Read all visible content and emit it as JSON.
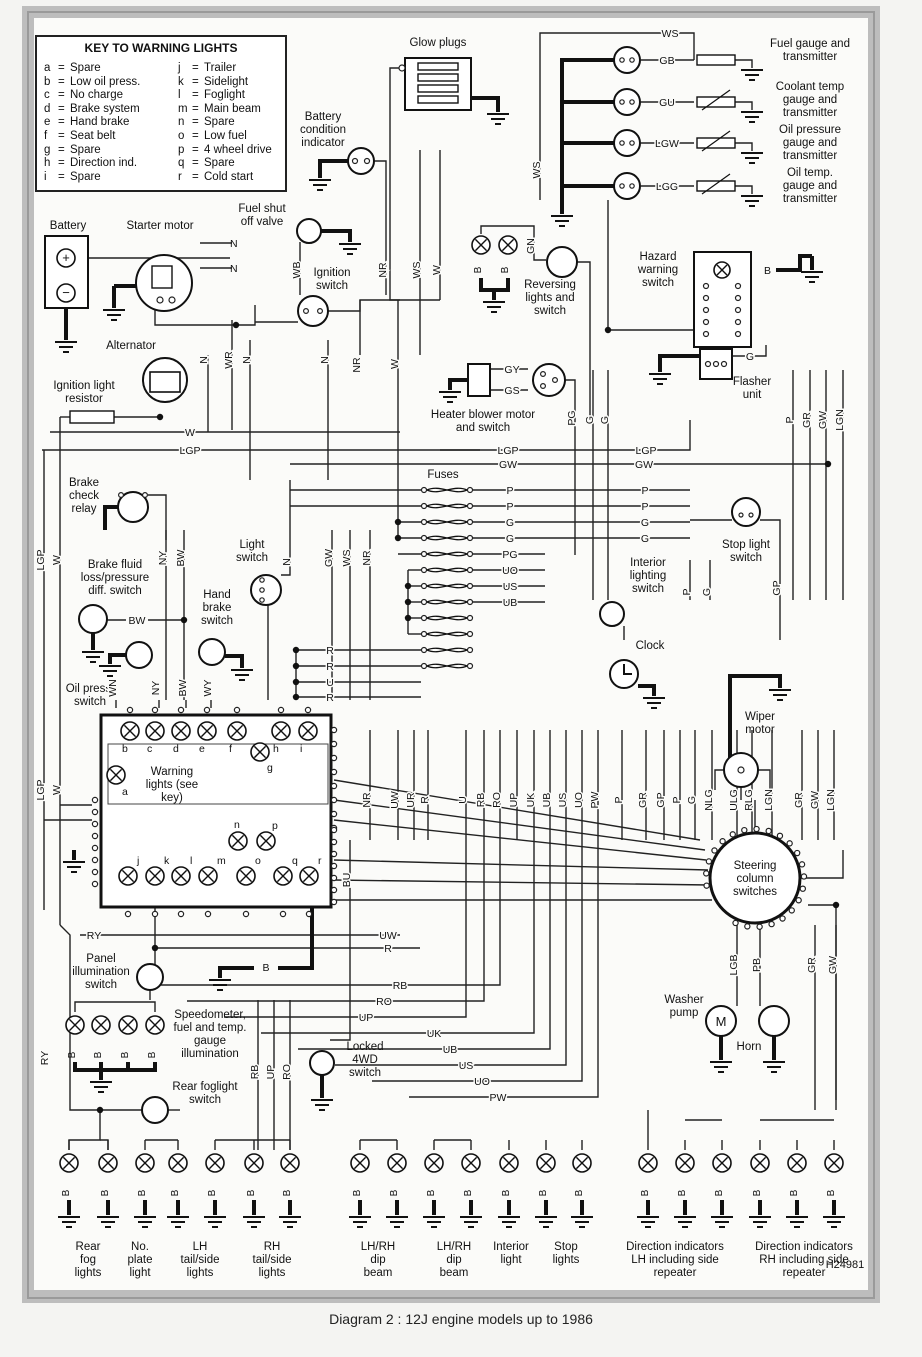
{
  "caption": "Diagram 2 : 12J engine models up to 1986",
  "ref_code": "H24981",
  "key": {
    "title": "KEY TO WARNING LIGHTS",
    "items": [
      {
        "letter": "a",
        "label": "Spare"
      },
      {
        "letter": "b",
        "label": "Low oil press."
      },
      {
        "letter": "c",
        "label": "No charge"
      },
      {
        "letter": "d",
        "label": "Brake system"
      },
      {
        "letter": "e",
        "label": "Hand brake"
      },
      {
        "letter": "f",
        "label": "Seat belt"
      },
      {
        "letter": "g",
        "label": "Spare"
      },
      {
        "letter": "h",
        "label": "Direction ind."
      },
      {
        "letter": "i",
        "label": "Spare"
      },
      {
        "letter": "j",
        "label": "Trailer"
      },
      {
        "letter": "k",
        "label": "Sidelight"
      },
      {
        "letter": "l",
        "label": "Foglight"
      },
      {
        "letter": "m",
        "label": "Main beam"
      },
      {
        "letter": "n",
        "label": "Spare"
      },
      {
        "letter": "o",
        "label": "Low fuel"
      },
      {
        "letter": "p",
        "label": "4 wheel drive"
      },
      {
        "letter": "q",
        "label": "Spare"
      },
      {
        "letter": "r",
        "label": "Cold start"
      }
    ]
  },
  "components": {
    "battery": "Battery",
    "starter_motor": "Starter motor",
    "alternator": "Alternator",
    "ignition_light_resistor": [
      "Ignition light",
      "resistor"
    ],
    "glow_plugs": "Glow plugs",
    "battery_condition_indicator": [
      "Battery",
      "condition",
      "indicator"
    ],
    "fuel_shutoff_valve": [
      "Fuel shut",
      "off valve"
    ],
    "ignition_switch": [
      "Ignition",
      "switch"
    ],
    "fuel_gauge": [
      "Fuel gauge and",
      "transmitter"
    ],
    "coolant_gauge": [
      "Coolant temp",
      "gauge and",
      "transmitter"
    ],
    "oil_pressure_gauge": [
      "Oil pressure",
      "gauge and",
      "transmitter"
    ],
    "oil_temp_gauge": [
      "Oil temp.",
      "gauge and",
      "transmitter"
    ],
    "reversing_lights": [
      "Reversing",
      "lights and",
      "switch"
    ],
    "hazard_switch": [
      "Hazard",
      "warning",
      "switch"
    ],
    "flasher_unit": [
      "Flasher",
      "unit"
    ],
    "heater_blower": [
      "Heater blower motor",
      "and switch"
    ],
    "fuses": "Fuses",
    "brake_check_relay": [
      "Brake",
      "check",
      "relay"
    ],
    "brake_fluid_switch": [
      "Brake fluid",
      "loss/pressure",
      "diff. switch"
    ],
    "hand_brake_switch": [
      "Hand",
      "brake",
      "switch"
    ],
    "light_switch": [
      "Light",
      "switch"
    ],
    "oil_press_switch": [
      "Oil press.",
      "switch"
    ],
    "stop_light_switch": [
      "Stop light",
      "switch"
    ],
    "interior_light_switch": [
      "Interior",
      "lighting",
      "switch"
    ],
    "clock": "Clock",
    "wiper_motor": [
      "Wiper",
      "motor"
    ],
    "warning_lights": [
      "Warning",
      "lights (see",
      "key)"
    ],
    "steering_column_switches": [
      "Steering",
      "column",
      "switches"
    ],
    "panel_illumination_switch": [
      "Panel",
      "illumination",
      "switch"
    ],
    "speedometer_illumination": [
      "Speedometer,",
      "fuel and temp.",
      "gauge",
      "illumination"
    ],
    "rear_foglight_switch": [
      "Rear foglight",
      "switch"
    ],
    "locked_4wd_switch": [
      "Locked",
      "4WD",
      "switch"
    ],
    "washer_pump": [
      "Washer",
      "pump"
    ],
    "horn": "Horn"
  },
  "bottom_groups": [
    {
      "id": "rear_fog",
      "label": [
        "Rear",
        "fog",
        "lights"
      ]
    },
    {
      "id": "no_plate",
      "label": [
        "No.",
        "plate",
        "light"
      ]
    },
    {
      "id": "lh_tail",
      "label": [
        "LH",
        "tail/side",
        "lights"
      ]
    },
    {
      "id": "rh_tail",
      "label": [
        "RH",
        "tail/side",
        "lights"
      ]
    },
    {
      "id": "lhrh_dip",
      "label": [
        "LH/RH",
        "dip",
        "beam"
      ]
    },
    {
      "id": "lhrh_dip2",
      "label": [
        "LH/RH",
        "dip",
        "beam"
      ]
    },
    {
      "id": "interior",
      "label": [
        "Interior",
        "light"
      ]
    },
    {
      "id": "stop",
      "label": [
        "Stop",
        "lights"
      ]
    },
    {
      "id": "dir_lh",
      "label": [
        "Direction indicators",
        "LH including side",
        "repeater"
      ]
    },
    {
      "id": "dir_rh",
      "label": [
        "Direction indicators",
        "RH including side",
        "repeater"
      ]
    }
  ],
  "wire_codes": {
    "fuse_rows": [
      "P",
      "P",
      "G",
      "G",
      "PG",
      "UO",
      "US",
      "UB"
    ],
    "fuse_right": [
      "P",
      "P",
      "G",
      "G"
    ],
    "bus": [
      "W",
      "LGP",
      "LGP",
      "GW",
      "GW"
    ],
    "light_switch_outputs": [
      "R",
      "R",
      "U",
      "R"
    ],
    "sw_lower_left": [
      "RY",
      "R",
      "B",
      "UW",
      "R"
    ],
    "stair": [
      "RB",
      "RO",
      "UP",
      "UK",
      "UB",
      "US",
      "UO",
      "PW"
    ],
    "vertical_mid": [
      "NR",
      "UW",
      "R",
      "UR",
      "U",
      "RB",
      "RO",
      "UP",
      "UK",
      "UB",
      "US",
      "UO",
      "PW",
      "P",
      "GR",
      "GP",
      "P",
      "G",
      "NLG",
      "ULG",
      "RLG",
      "LGN",
      "GR",
      "GW",
      "LGN"
    ],
    "top_codes": [
      "WS",
      "GB",
      "GU",
      "LGW",
      "LGG",
      "WS",
      "N",
      "N",
      "WB",
      "NR",
      "WS",
      "W",
      "WR",
      "N",
      "N",
      "GN",
      "B",
      "B",
      "GY",
      "GS",
      "PG",
      "G",
      "G",
      "B",
      "G",
      "P",
      "GR",
      "GW",
      "LGN",
      "G",
      "W",
      "NY",
      "BW",
      "WN",
      "NY",
      "BW",
      "WY",
      "N",
      "GW",
      "WS",
      "NR",
      "BW",
      "G",
      "P",
      "GP",
      "LGN",
      "GR",
      "GW",
      "LGN",
      "B",
      "U",
      "GR",
      "P",
      "BU",
      "NR",
      "LGB",
      "PB",
      "GR",
      "GW",
      "B",
      "RB",
      "UP",
      "RO",
      "RY",
      "W",
      "LGP"
    ]
  }
}
